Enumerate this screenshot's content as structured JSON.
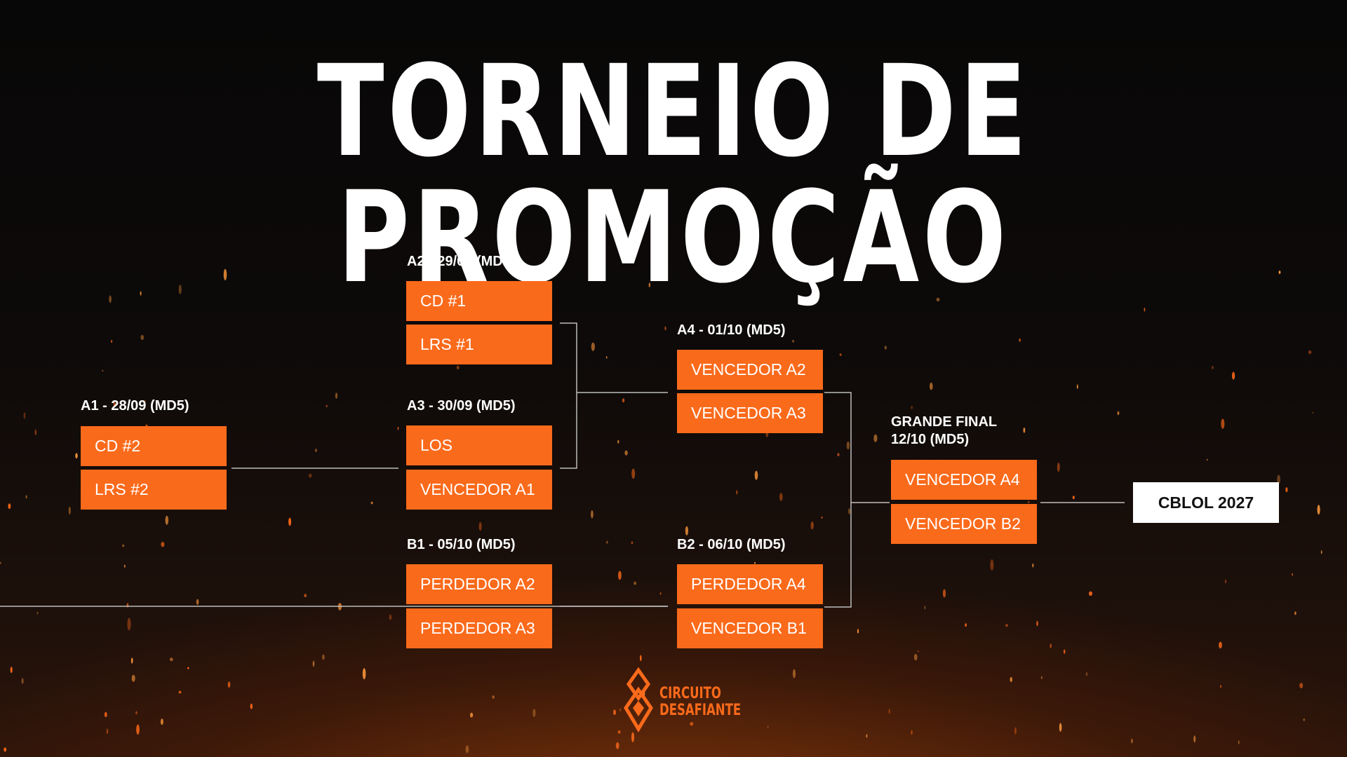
{
  "title": "TORNEIO DE PROMOÇÃO",
  "matches": {
    "a1": {
      "label": "A1 - 28/09 (MD5)",
      "team1": "CD #2",
      "team2": "LRS #2"
    },
    "a2": {
      "label": "A2 - 29/09 (MD5)",
      "team1": "CD #1",
      "team2": "LRS #1"
    },
    "a3": {
      "label": "A3 - 30/09 (MD5)",
      "team1": "LOS",
      "team2": "VENCEDOR A1"
    },
    "a4": {
      "label": "A4 - 01/10 (MD5)",
      "team1": "VENCEDOR A2",
      "team2": "VENCEDOR A3"
    },
    "b1": {
      "label": "B1 - 05/10 (MD5)",
      "team1": "PERDEDOR A2",
      "team2": "PERDEDOR A3"
    },
    "b2": {
      "label": "B2 - 06/10 (MD5)",
      "team1": "PERDEDOR A4",
      "team2": "VENCEDOR B1"
    },
    "final": {
      "label_line1": "GRANDE FINAL",
      "label_line2": "12/10 (MD5)",
      "team1": "VENCEDOR A4",
      "team2": "VENCEDOR B2"
    }
  },
  "champion_slot": "CBLOL 2027",
  "logo": {
    "line1": "CIRCUITO",
    "line2": "DESAFIANTE"
  },
  "colors": {
    "accent": "#fa6a1b",
    "text": "#ffffff",
    "background": "#0b0908"
  }
}
